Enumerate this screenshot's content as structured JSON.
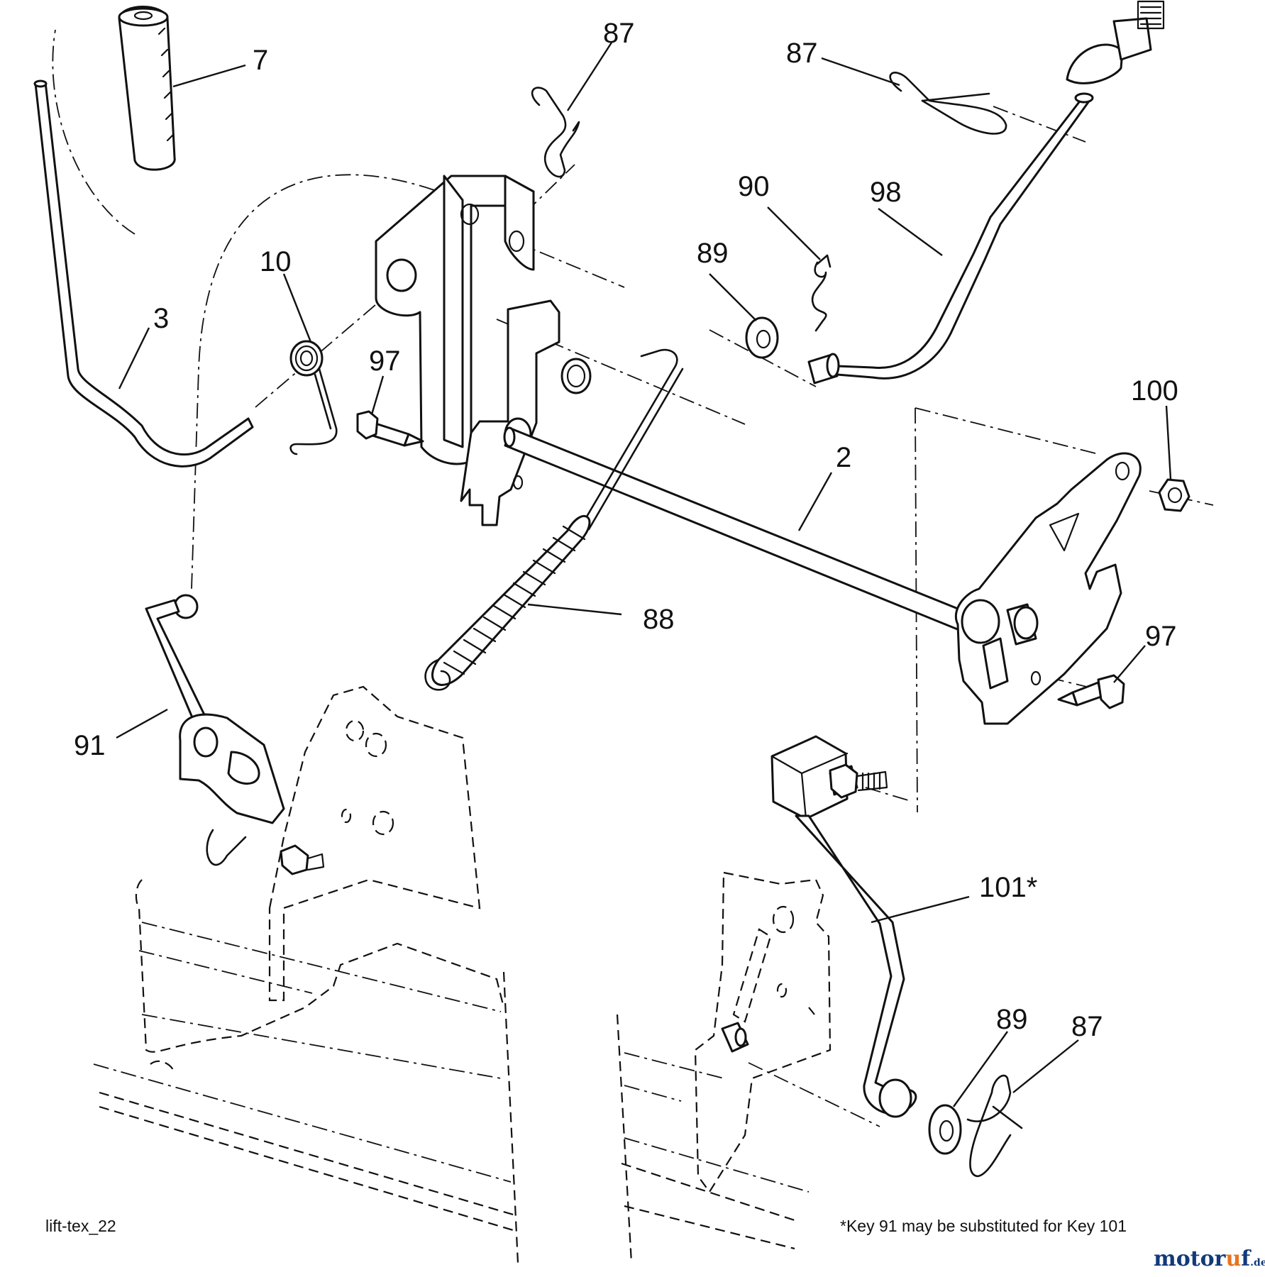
{
  "callouts": {
    "c7": "7",
    "c87a": "87",
    "c87b": "87",
    "c10": "10",
    "c3": "3",
    "c97a": "97",
    "c90": "90",
    "c89a": "89",
    "c98": "98",
    "c100": "100",
    "c2": "2",
    "c88": "88",
    "c97b": "97",
    "c91": "91",
    "c101": "101*",
    "c89b": "89",
    "c87c": "87"
  },
  "drawing_id": "lift-tex_22",
  "footnote": "*Key 91 may be substituted for Key 101",
  "watermark": {
    "main": "motor",
    "accent": "u",
    "tail": "f",
    "suffix": ".de"
  }
}
